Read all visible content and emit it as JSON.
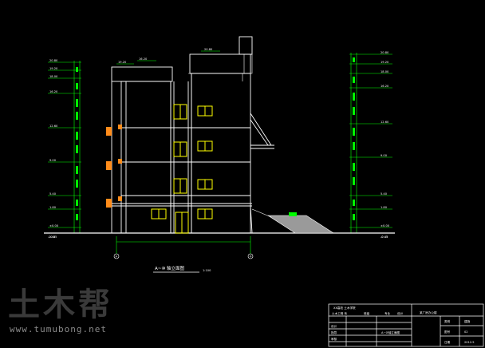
{
  "drawing": {
    "elevation_title": "A~⑩ 轴立面图",
    "elevation_scale": "1:100",
    "axis_left": "A",
    "axis_right": "⑩",
    "overall_dimension": "",
    "left_level_labels": [
      "20.80",
      "19.20",
      "18.00",
      "16.20",
      "12.60",
      "9.00",
      "5.40",
      "1.80",
      "±0.00",
      "-0.45"
    ],
    "right_level_labels": [
      "20.80",
      "19.20",
      "18.00",
      "16.20",
      "12.60",
      "9.00",
      "5.40",
      "1.80",
      "±0.00",
      "-0.45"
    ],
    "roof_labels": [
      "19.20",
      "16.20",
      "20.80"
    ],
    "stair_label": "",
    "ramp_label": "",
    "ground_left": "-0.45",
    "ground_right": "-0.45"
  },
  "title_block": {
    "school": "XX高校 土木学院",
    "department": "土木工程 系",
    "class_label": "班级",
    "major_label": "专业",
    "major_value": "设计",
    "drawing_name": "A~⑩轴立面图",
    "project": "某厂房办公楼",
    "rows": [
      {
        "label": "设计",
        "right_label": "类别",
        "right_value": "建施"
      },
      {
        "label": "指导",
        "right_label": "图号",
        "right_value": "02"
      },
      {
        "label": "审核",
        "right_label": "日期",
        "right_value": "2012.5"
      }
    ]
  },
  "watermark": {
    "logo_text": "土木帮",
    "url": "www.tumubong.net"
  },
  "colors": {
    "background": "#000000",
    "lines": "#ffffff",
    "dimension": "#00ff00",
    "windows": "#ffff00",
    "balcony": "#ff8c1a",
    "ramp": "#bfbfbf"
  }
}
